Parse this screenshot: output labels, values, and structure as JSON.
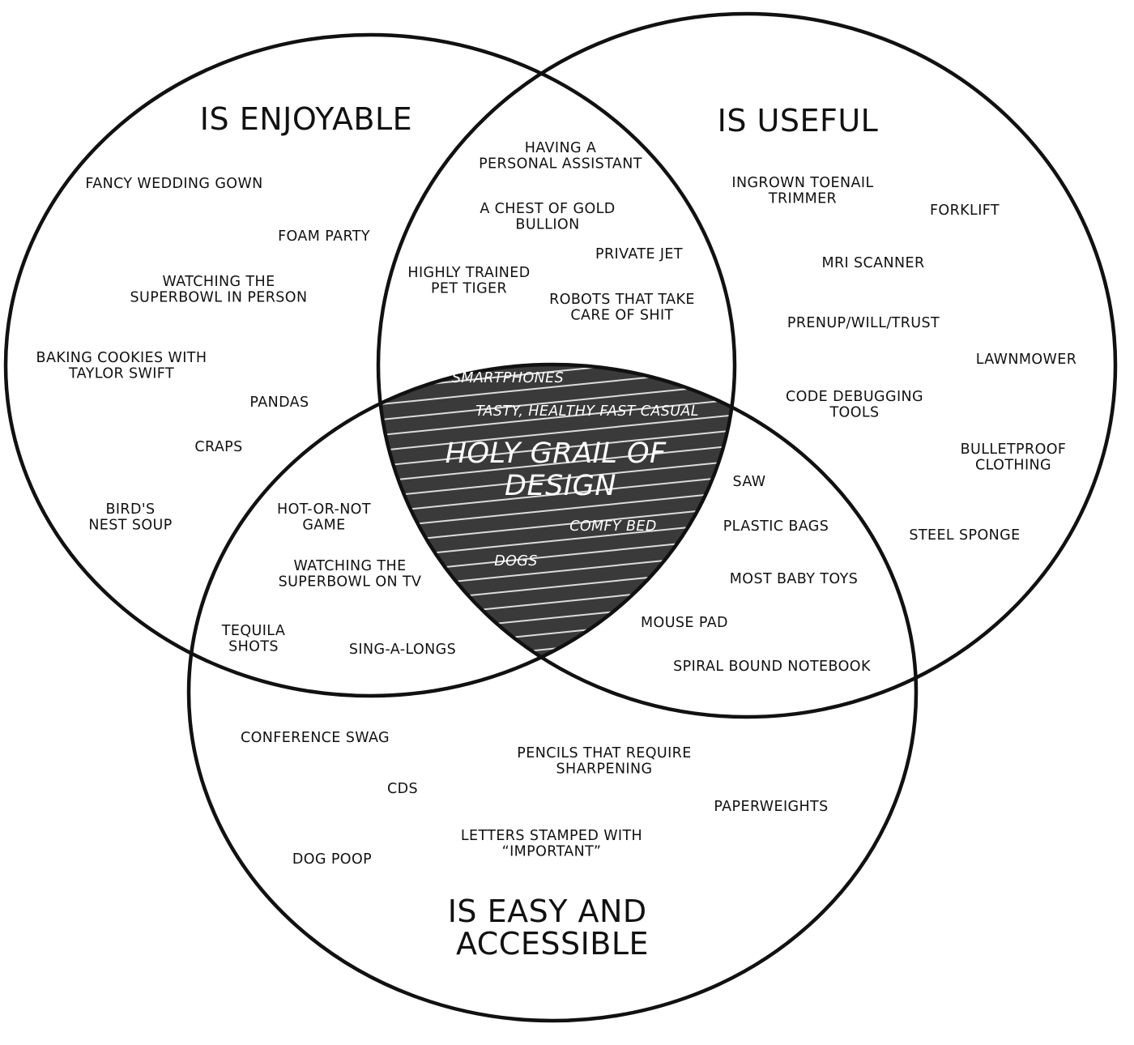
{
  "colors": {
    "ink": "#111111",
    "background": "#ffffff",
    "highlight_fill": "#3a3a3a",
    "highlight_stripe": "#dcdcdc"
  },
  "sets": {
    "enjoyable": "IS ENJOYABLE",
    "useful": "IS USEFUL",
    "easy": [
      "IS EASY AND",
      "ACCESSIBLE"
    ]
  },
  "center": {
    "title": [
      "HOLY GRAIL OF",
      "DESIGN"
    ]
  },
  "regions": {
    "enjoyable_only": [
      [
        "FANCY WEDDING GOWN"
      ],
      [
        "FOAM PARTY"
      ],
      [
        "WATCHING THE",
        "SUPERBOWL IN PERSON"
      ],
      [
        "BAKING COOKIES WITH",
        "TAYLOR SWIFT"
      ],
      [
        "PANDAS"
      ],
      [
        "CRAPS"
      ],
      [
        "BIRD'S",
        "NEST SOUP"
      ]
    ],
    "enjoyable_useful": [
      [
        "HAVING A",
        "PERSONAL ASSISTANT"
      ],
      [
        "A CHEST OF GOLD",
        "BULLION"
      ],
      [
        "PRIVATE JET"
      ],
      [
        "HIGHLY TRAINED",
        "PET TIGER"
      ],
      [
        "ROBOTS THAT TAKE",
        "CARE OF SHIT"
      ]
    ],
    "useful_only": [
      [
        "INGROWN TOENAIL",
        "TRIMMER"
      ],
      [
        "FORKLIFT"
      ],
      [
        "MRI SCANNER"
      ],
      [
        "PRENUP/WILL/TRUST"
      ],
      [
        "LAWNMOWER"
      ],
      [
        "CODE DEBUGGING",
        "TOOLS"
      ],
      [
        "BULLETPROOF",
        "CLOTHING"
      ],
      [
        "STEEL SPONGE"
      ]
    ],
    "all_three": [
      [
        "SMARTPHONES"
      ],
      [
        "TASTY, HEALTHY FAST CASUAL"
      ],
      [
        "COMFY BED"
      ],
      [
        "DOGS"
      ]
    ],
    "enjoyable_easy": [
      [
        "HOT-OR-NOT",
        "GAME"
      ],
      [
        "WATCHING THE",
        "SUPERBOWL ON TV"
      ],
      [
        "TEQUILA",
        "SHOTS"
      ],
      [
        "SING-A-LONGS"
      ]
    ],
    "useful_easy": [
      [
        "SAW"
      ],
      [
        "PLASTIC BAGS"
      ],
      [
        "MOST BABY TOYS"
      ],
      [
        "MOUSE PAD"
      ],
      [
        "SPIRAL BOUND NOTEBOOK"
      ]
    ],
    "easy_only": [
      [
        "CONFERENCE SWAG"
      ],
      [
        "PENCILS THAT REQUIRE",
        "SHARPENING"
      ],
      [
        "CDS"
      ],
      [
        "PAPERWEIGHTS"
      ],
      [
        "LETTERS STAMPED WITH",
        "“IMPORTANT”"
      ],
      [
        "DOG POOP"
      ]
    ]
  }
}
